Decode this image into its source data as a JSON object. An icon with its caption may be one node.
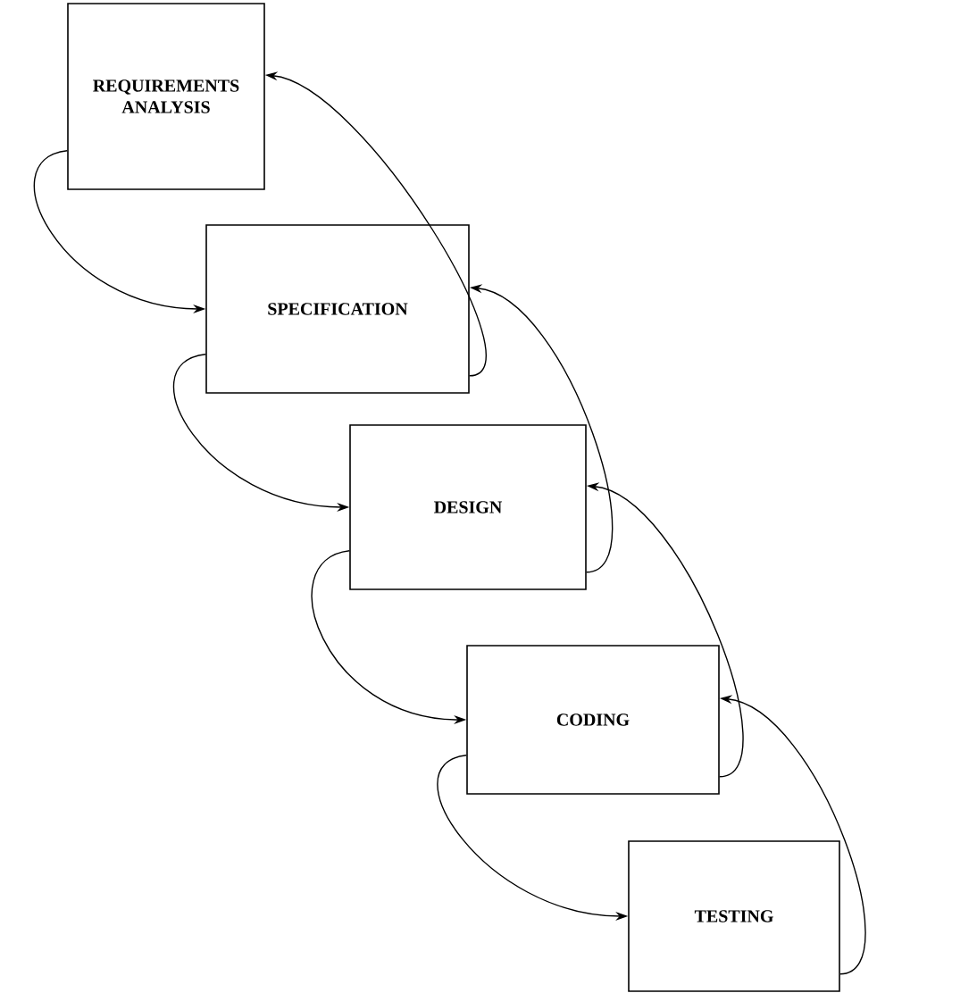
{
  "diagram": {
    "nodes": [
      {
        "text": [
          "REQUIREMENTS ANALYSIS"
        ]
      },
      {
        "text": [
          "SPECIFICATION"
        ]
      },
      {
        "text": [
          "DESIGN"
        ]
      },
      {
        "text": [
          "CODING"
        ]
      },
      {
        "text": [
          "TESTING"
        ]
      }
    ],
    "edges": [
      {
        "from": 0,
        "to": 1,
        "arrow": "to"
      },
      {
        "from": 1,
        "to": 2,
        "arrow": "to"
      },
      {
        "from": 2,
        "to": 3,
        "arrow": "to"
      },
      {
        "from": 3,
        "to": 4,
        "arrow": "to"
      },
      {
        "from": 1,
        "to": 0,
        "arrow": "to"
      },
      {
        "from": 2,
        "to": 1,
        "arrow": "to"
      },
      {
        "from": 3,
        "to": 2,
        "arrow": "to"
      },
      {
        "from": 4,
        "to": 3,
        "arrow": "to"
      }
    ]
  }
}
